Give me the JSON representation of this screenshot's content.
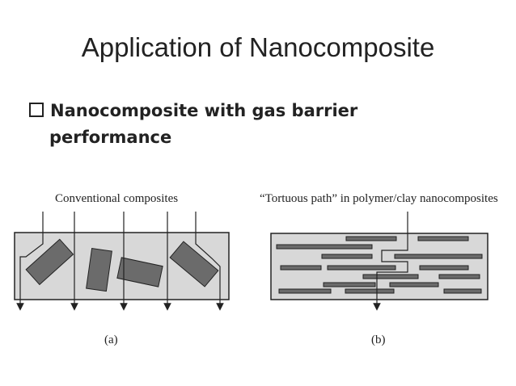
{
  "slide": {
    "title": "Application of Nanocomposite",
    "bullet": {
      "line1": "Nanocomposite with gas barrier",
      "line2": "performance",
      "icon": "checkbox-icon"
    }
  },
  "figure": {
    "left_panel": {
      "caption": "Conventional composites",
      "label": "(a)"
    },
    "right_panel": {
      "caption": "“Tortuous path” in polymer/clay nanocomposites",
      "label": "(b)"
    },
    "colors": {
      "matrix": "#d8d8d8",
      "filler": "#6b6b6b",
      "outline": "#222222"
    }
  }
}
